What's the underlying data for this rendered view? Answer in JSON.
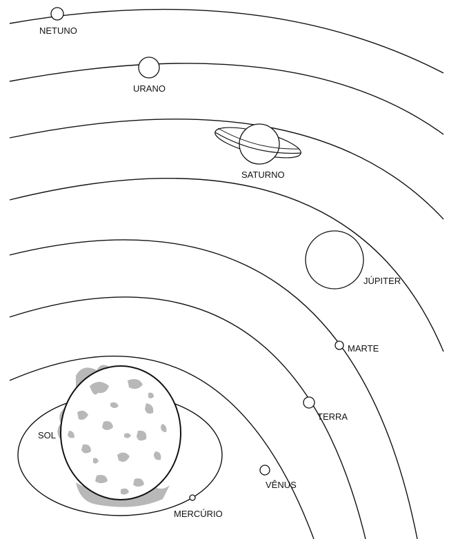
{
  "diagram": {
    "sun_label": "SOL",
    "planets": [
      {
        "key": "mercurio",
        "label": "MERCÚRIO"
      },
      {
        "key": "venus",
        "label": "VÊNUS"
      },
      {
        "key": "terra",
        "label": "TERRA"
      },
      {
        "key": "marte",
        "label": "MARTE"
      },
      {
        "key": "jupiter",
        "label": "JÚPITER"
      },
      {
        "key": "saturno",
        "label": "SATURNO"
      },
      {
        "key": "urano",
        "label": "URANO"
      },
      {
        "key": "netuno",
        "label": "NETUNO"
      }
    ],
    "colors": {
      "stroke": "#111111",
      "background": "#ffffff",
      "sun_texture": "#b8b8b8",
      "earth_fill": "#a8a8a8"
    }
  }
}
